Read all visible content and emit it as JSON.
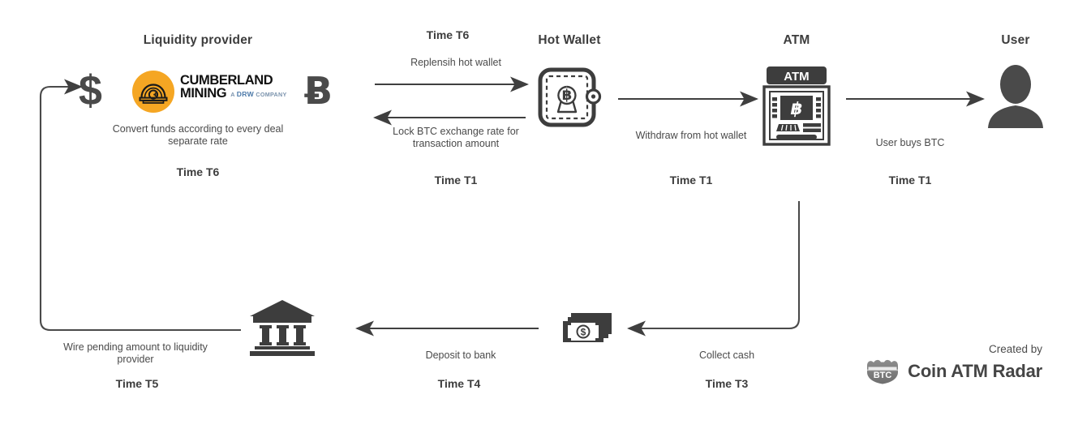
{
  "diagram": {
    "nodes": {
      "liquidity_provider": "Liquidity provider",
      "hot_wallet": "Hot Wallet",
      "atm": "ATM",
      "user": "User"
    },
    "liquidity": {
      "dollar_symbol": "$",
      "bitcoin_symbol": "Ƀ",
      "logo_line1": "CUMBERLAND",
      "logo_line2": "MINING",
      "logo_tagline_a": "A",
      "logo_tagline_drw": "DRW",
      "logo_tagline_company": "COMPANY",
      "logo_mark_color": "#F5A623",
      "description": "Convert funds according to every deal separate rate",
      "time": "Time T6"
    },
    "edges": [
      {
        "name": "replenish-hot-wallet",
        "time_top": "Time T6",
        "label": "Replensih hot wallet",
        "time": "",
        "direction": "right"
      },
      {
        "name": "lock-btc-rate",
        "label": "Lock BTC exchange rate for transaction amount",
        "time": "Time T1",
        "direction": "left"
      },
      {
        "name": "withdraw-from-hot-wallet",
        "label": "Withdraw from hot wallet",
        "time": "Time T1",
        "direction": "right"
      },
      {
        "name": "user-buys-btc",
        "label": "User buys BTC",
        "time": "Time T1",
        "direction": "right"
      },
      {
        "name": "collect-cash",
        "label": "Collect cash",
        "time": "Time T3",
        "direction": "left"
      },
      {
        "name": "deposit-to-bank",
        "label": "Deposit to bank",
        "time": "Time T4",
        "direction": "left"
      },
      {
        "name": "wire-pending-amount",
        "label": "Wire pending amount to liquidity provider",
        "time": "Time T5",
        "direction": "up"
      }
    ],
    "atm_icon_label": "ATM",
    "cash_symbol": "$",
    "watermark": {
      "created_by": "Created by",
      "brand": "Coin ATM Radar",
      "badge_text": "BTC"
    }
  }
}
